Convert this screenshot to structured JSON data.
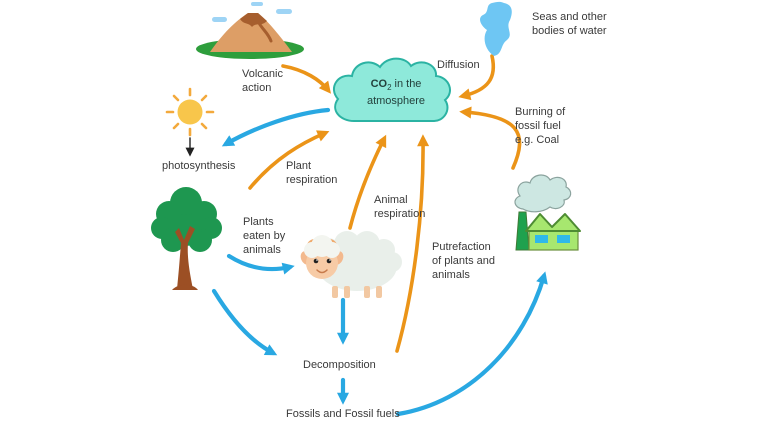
{
  "diagram": {
    "title": "carbon-cycle",
    "background": "#ffffff",
    "colors": {
      "blue_arrow": "#29A8E2",
      "orange_arrow": "#EB9418",
      "cloud_fill": "#8EE9DA",
      "cloud_stroke": "#2BB3A3",
      "sea_fill": "#6EC6F3",
      "text": "#3a3a3a"
    },
    "co2_node": {
      "formula": "CO",
      "subscript": "2",
      "suffix": "in the",
      "line2": "atmosphere"
    },
    "labels": {
      "seas": "Seas and other bodies of water",
      "diffusion": "Diffusion",
      "volcanic_action": "Volcanic action",
      "photosynthesis": "photosynthesis",
      "plant_respiration": "Plant respiration",
      "plants_eaten_by_animals": "Plants eaten by animals",
      "animal_respiration": "Animal respiration",
      "putrefaction": "Putrefaction of plants and animals",
      "burning_fossil_fuel": "Burning of fossil fuel e.g. Coal",
      "decomposition": "Decomposition",
      "fossils": "Fossils and Fossil fuels"
    },
    "icons": [
      "volcano-icon",
      "sun-icon",
      "tree-icon",
      "sheep-icon",
      "sea-icon",
      "factory-icon",
      "co2-cloud-icon"
    ],
    "arrows": [
      {
        "name": "volcanic-action-to-atmosphere",
        "color": "orange"
      },
      {
        "name": "diffusion-sea-to-atmosphere",
        "color": "orange"
      },
      {
        "name": "burning-factory-to-atmosphere",
        "color": "orange"
      },
      {
        "name": "plant-respiration-to-atmosphere",
        "color": "orange"
      },
      {
        "name": "animal-respiration-to-atmosphere",
        "color": "orange"
      },
      {
        "name": "putrefaction-to-atmosphere",
        "color": "orange"
      },
      {
        "name": "atmosphere-to-photosynthesis",
        "color": "blue"
      },
      {
        "name": "tree-to-sheep",
        "color": "blue"
      },
      {
        "name": "sheep-to-decomposition",
        "color": "blue"
      },
      {
        "name": "tree-to-decomposition",
        "color": "blue"
      },
      {
        "name": "decomposition-to-fossils",
        "color": "blue"
      },
      {
        "name": "fossils-to-factory",
        "color": "blue"
      },
      {
        "name": "sun-to-photosynthesis",
        "color": "black"
      }
    ]
  }
}
